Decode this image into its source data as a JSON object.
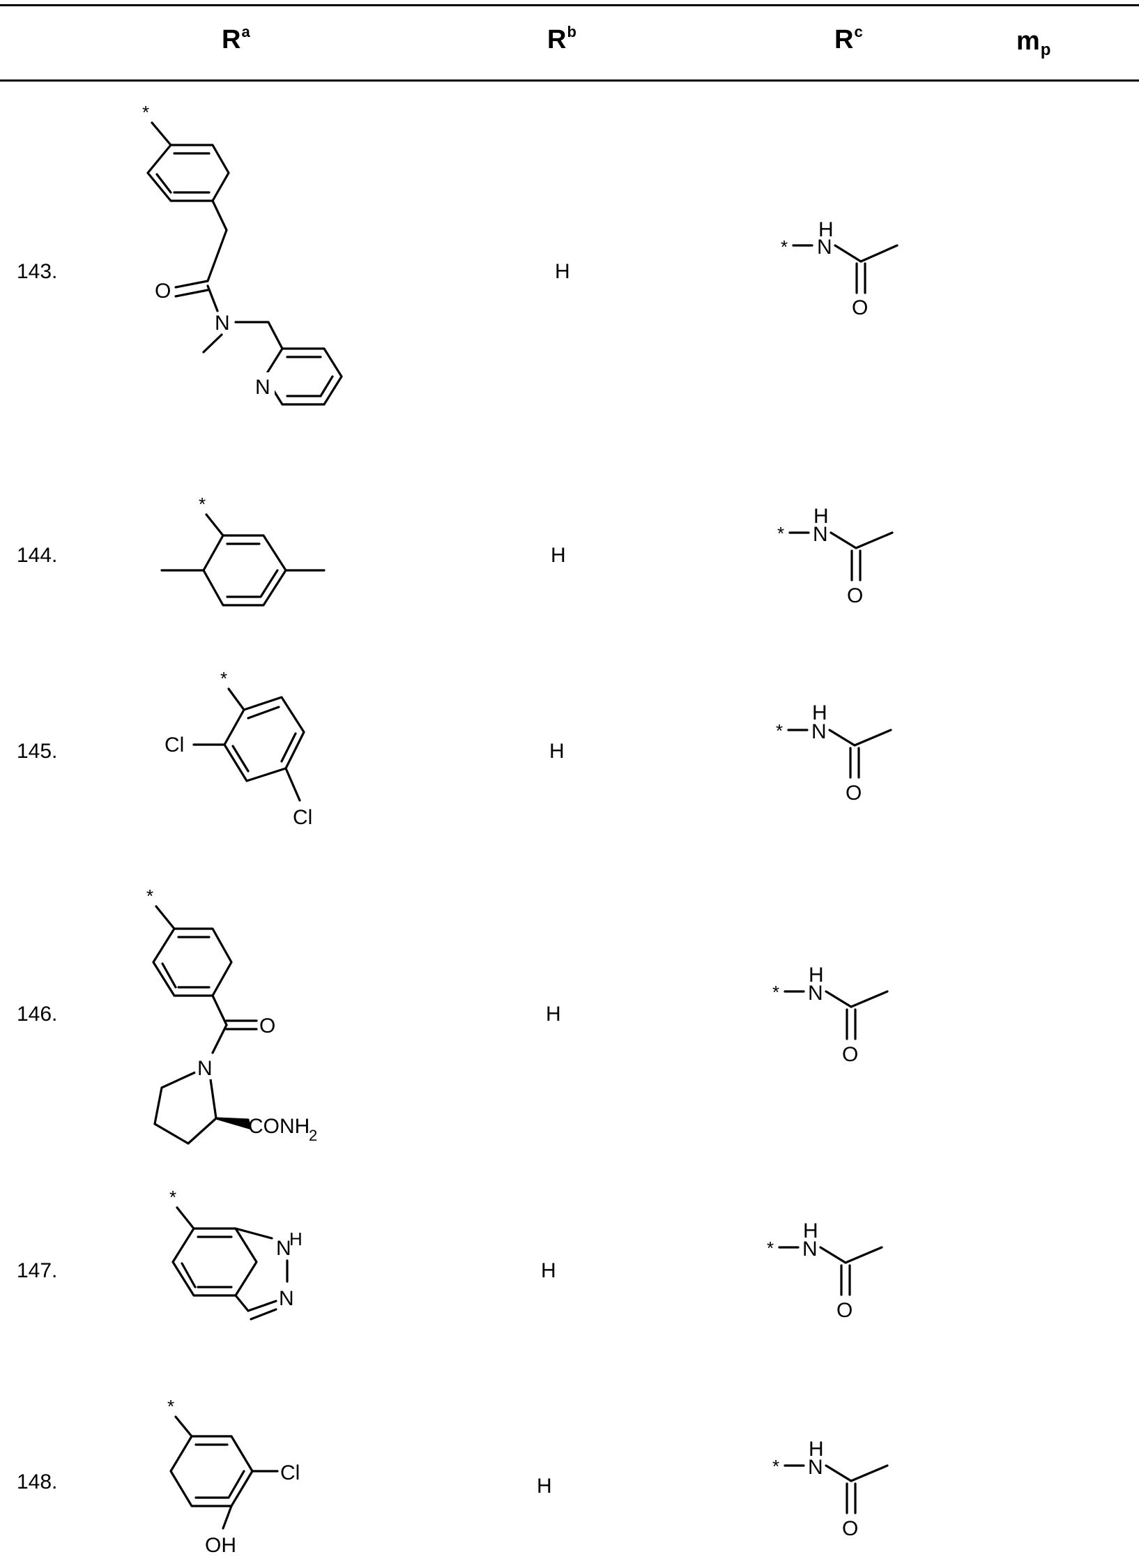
{
  "header": {
    "ra": "R",
    "ra_sup": "a",
    "rb": "R",
    "rb_sup": "b",
    "rc": "R",
    "rc_sup": "c",
    "mp": "m",
    "mp_sub": "p"
  },
  "rows": [
    {
      "number": "143.",
      "rb": "H"
    },
    {
      "number": "144.",
      "rb": "H"
    },
    {
      "number": "145.",
      "rb": "H"
    },
    {
      "number": "146.",
      "rb": "H"
    },
    {
      "number": "147.",
      "rb": "H"
    },
    {
      "number": "148.",
      "rb": "H"
    }
  ],
  "atoms": {
    "star": "*",
    "O": "O",
    "N": "N",
    "H": "H",
    "Cl": "Cl",
    "OH": "OH",
    "CONH": "CONH",
    "sub2": "2"
  }
}
